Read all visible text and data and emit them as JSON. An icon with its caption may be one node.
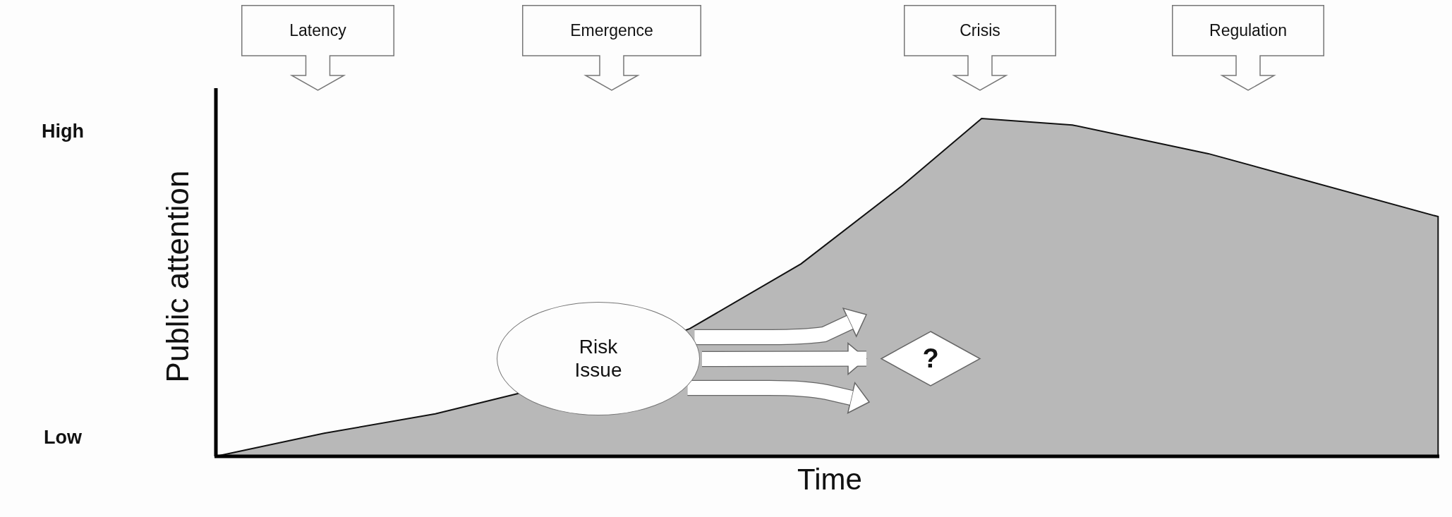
{
  "diagram": {
    "nodes": [
      {
        "text": [
          "Latency"
        ]
      },
      {
        "text": [
          "Emergence"
        ]
      },
      {
        "text": [
          "Crisis"
        ]
      },
      {
        "text": [
          "Regulation"
        ]
      },
      {
        "text": [
          "Risk Issue"
        ]
      },
      {
        "text": [
          "?"
        ]
      }
    ],
    "edges": [
      {
        "from": 4,
        "to": null,
        "arrow": "to"
      },
      {
        "from": 4,
        "to": 5,
        "arrow": "to"
      },
      {
        "from": 4,
        "to": null,
        "arrow": "to"
      }
    ],
    "labels": [
      "High",
      "Public attention",
      "Low",
      "Time"
    ]
  }
}
